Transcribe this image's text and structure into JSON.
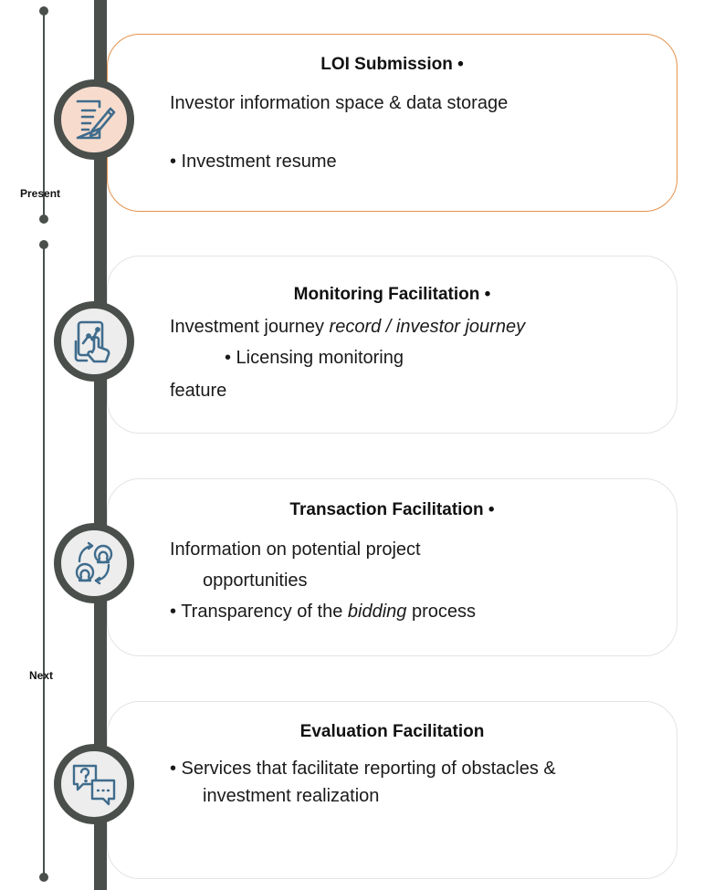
{
  "phases": {
    "present": "Present",
    "next": "Next"
  },
  "cards": [
    {
      "title": "LOI Submission •",
      "line1": "Investor information space & data storage",
      "line2": "• Investment resume",
      "icon": "document-edit-icon"
    },
    {
      "title": "Monitoring Facilitation •",
      "line1_plain": "Investment journey ",
      "line1_italic": "record / investor journey",
      "line2": "• Licensing monitoring",
      "line3": "feature",
      "icon": "tablet-chart-touch-icon"
    },
    {
      "title": "Transaction Facilitation •",
      "line1": "Information on potential project",
      "line2": "opportunities",
      "line3_pre": "• Transparency of the ",
      "line3_italic": "bidding",
      "line3_post": " process",
      "icon": "user-exchange-icon"
    },
    {
      "title": "Evaluation Facilitation",
      "line1": "• Services that facilitate reporting of obstacles &",
      "line2": "investment realization",
      "icon": "question-chat-icon"
    }
  ],
  "colors": {
    "spine": "#4a4f4c",
    "accent_border": "#e5924c",
    "accent_fill": "#f7dccd",
    "card_border": "#e2e4e3"
  }
}
